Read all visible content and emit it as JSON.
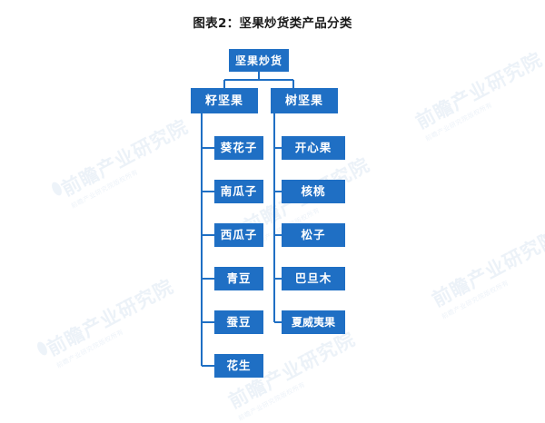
{
  "figure": {
    "title": "图表2：坚果炒货类产品分类",
    "accent_color": "#1f6fc4",
    "background_color": "#ffffff",
    "text_color": "#ffffff"
  },
  "watermark": {
    "text": "前瞻产业研究院",
    "subtext": "前瞻产业研究院版权所有",
    "color": "#2f6fb5"
  },
  "diagram": {
    "type": "tree",
    "root": {
      "label": "坚果炒货"
    },
    "branches": [
      {
        "label": "籽坚果",
        "leaves": [
          {
            "label": "葵花子"
          },
          {
            "label": "南瓜子"
          },
          {
            "label": "西瓜子"
          },
          {
            "label": "青豆"
          },
          {
            "label": "蚕豆"
          },
          {
            "label": "花生"
          }
        ]
      },
      {
        "label": "树坚果",
        "leaves": [
          {
            "label": "开心果"
          },
          {
            "label": "核桃"
          },
          {
            "label": "松子"
          },
          {
            "label": "巴旦木"
          },
          {
            "label": "夏威夷果"
          }
        ]
      }
    ]
  }
}
